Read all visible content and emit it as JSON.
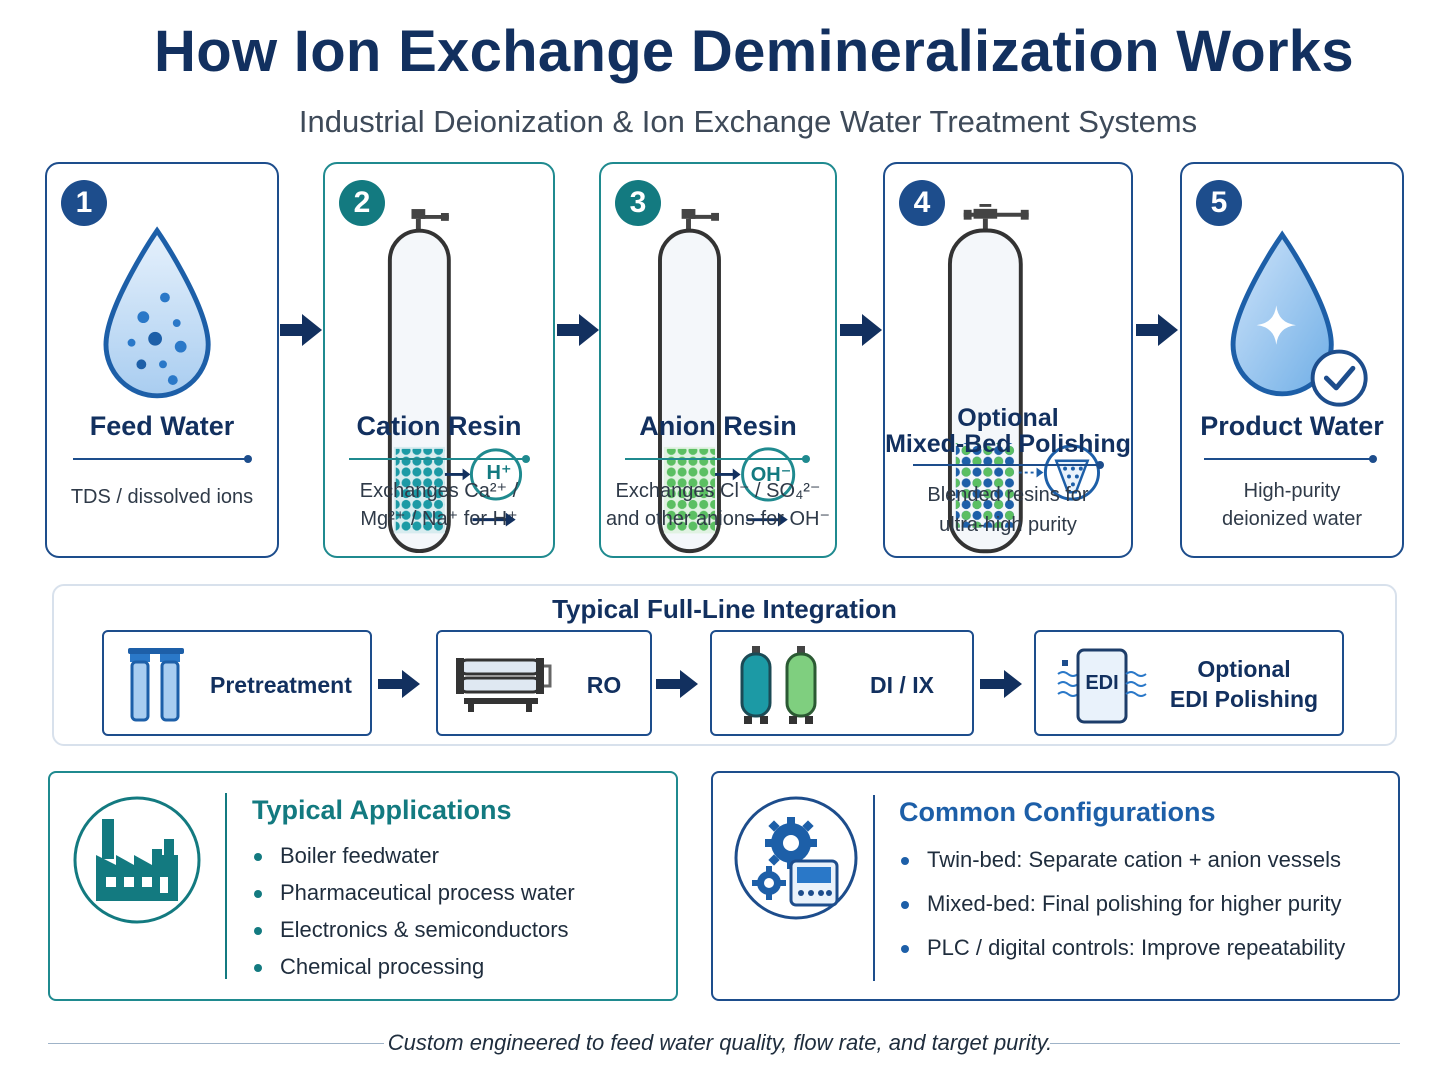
{
  "title": "How Ion Exchange Demineralization Works",
  "subtitle": "Industrial Deionization & Ion Exchange Water Treatment Systems",
  "colors": {
    "navy": "#12305f",
    "teal": "#137a80",
    "blue": "#1d4d8c",
    "green": "#5bbf62"
  },
  "steps": [
    {
      "number": "1",
      "title": "Feed Water",
      "description": "TDS / dissolved ions",
      "icon": "water-drop-icon"
    },
    {
      "number": "2",
      "title": "Cation Resin",
      "description_line1": "Exchanges Ca²⁺ /",
      "description_line2": "Mg²⁺ / Na⁺ for H⁺",
      "ion": "H⁺",
      "icon": "cation-vessel-icon"
    },
    {
      "number": "3",
      "title": "Anion Resin",
      "description_line1": "Exchanges Cl⁻ / SO₄²⁻",
      "description_line2": "and other anions for OH⁻",
      "ion": "OH⁻",
      "icon": "anion-vessel-icon"
    },
    {
      "number": "4",
      "title_line1": "Optional",
      "title_line2": "Mixed-Bed Polishing",
      "description_line1": "Blended resins for",
      "description_line2": "ultra-high purity",
      "icon": "mixed-bed-vessel-icon"
    },
    {
      "number": "5",
      "title": "Product Water",
      "description_line1": "High-purity",
      "description_line2": "deionized water",
      "icon": "pure-water-drop-icon"
    }
  ],
  "integration": {
    "title": "Typical Full-Line Integration",
    "stages": [
      {
        "label": "Pretreatment",
        "icon": "cartridge-filters-icon"
      },
      {
        "label": "RO",
        "icon": "ro-membrane-icon"
      },
      {
        "label": "DI / IX",
        "icon": "ix-vessels-icon"
      },
      {
        "label_line1": "Optional",
        "label_line2": "EDI Polishing",
        "icon_text": "EDI",
        "icon": "edi-module-icon"
      }
    ]
  },
  "applications": {
    "title": "Typical Applications",
    "icon": "factory-icon",
    "items": [
      "Boiler feedwater",
      "Pharmaceutical process water",
      "Electronics & semiconductors",
      "Chemical processing"
    ]
  },
  "configurations": {
    "title": "Common Configurations",
    "icon": "gears-controller-icon",
    "items": [
      "Twin-bed: Separate cation + anion vessels",
      "Mixed-bed: Final polishing for higher purity",
      "PLC / digital controls: Improve repeatability"
    ]
  },
  "footer": "Custom engineered to feed water quality, flow rate, and target purity."
}
